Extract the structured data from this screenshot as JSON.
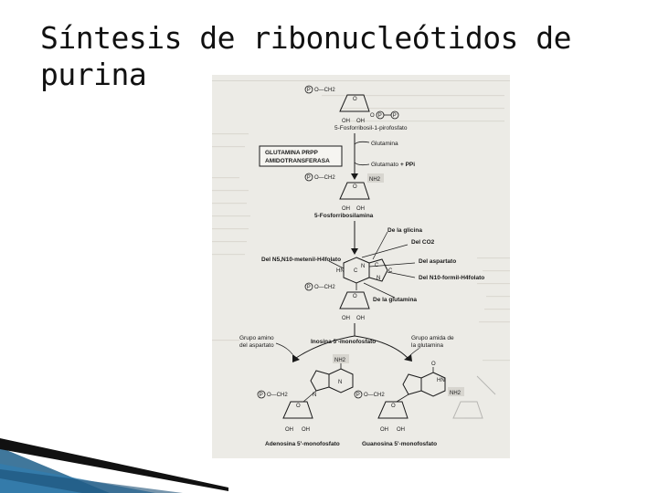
{
  "slide": {
    "title": "Síntesis de ribonucleótidos de purina"
  },
  "figure": {
    "compounds": {
      "prpp": "5-Fosforribosil-1-pirofosfato",
      "phosphoribosylamine": "5-Fosforribosilamina",
      "imp": "Inosina 5'-monofosfato",
      "amp": "Adenosina 5'-monofosfato",
      "gmp": "Guanosina 5'-monofosfato"
    },
    "enzyme": {
      "line1": "GLUTAMINA PRPP",
      "line2": "AMIDOTRANSFERASA"
    },
    "reagents": {
      "glutamine": "Glutamina",
      "glutamate": "Glutamato",
      "ppi": "+ PPi",
      "nh2": "NH2"
    },
    "ring_sources": {
      "glycine": "De la glicina",
      "co2": "Del CO2",
      "aspartate": "Del aspartato",
      "formyl_thf": "Del N10-formil-H4folato",
      "glutamine": "De la glutamina",
      "methenyl_thf": "Del N5,N10-metenil-H4folato"
    },
    "branches": {
      "amino_aspartate_1": "Grupo amino",
      "amino_aspartate_2": "del aspartato",
      "amide_glutamine_1": "Grupo amida de",
      "amide_glutamine_2": "la glutamina"
    },
    "structure_labels": {
      "p": "P",
      "o_ch2": "O—CH2",
      "oh": "OH",
      "o": "O",
      "p_p": "P—P",
      "n": "N",
      "hn": "HN",
      "c": "C"
    }
  },
  "colors": {
    "title": "#111111",
    "figure_bg": "#ecebe6",
    "ink": "#1a1a1a",
    "deco_blue": "#1f5f8a",
    "deco_dark": "#111111"
  }
}
